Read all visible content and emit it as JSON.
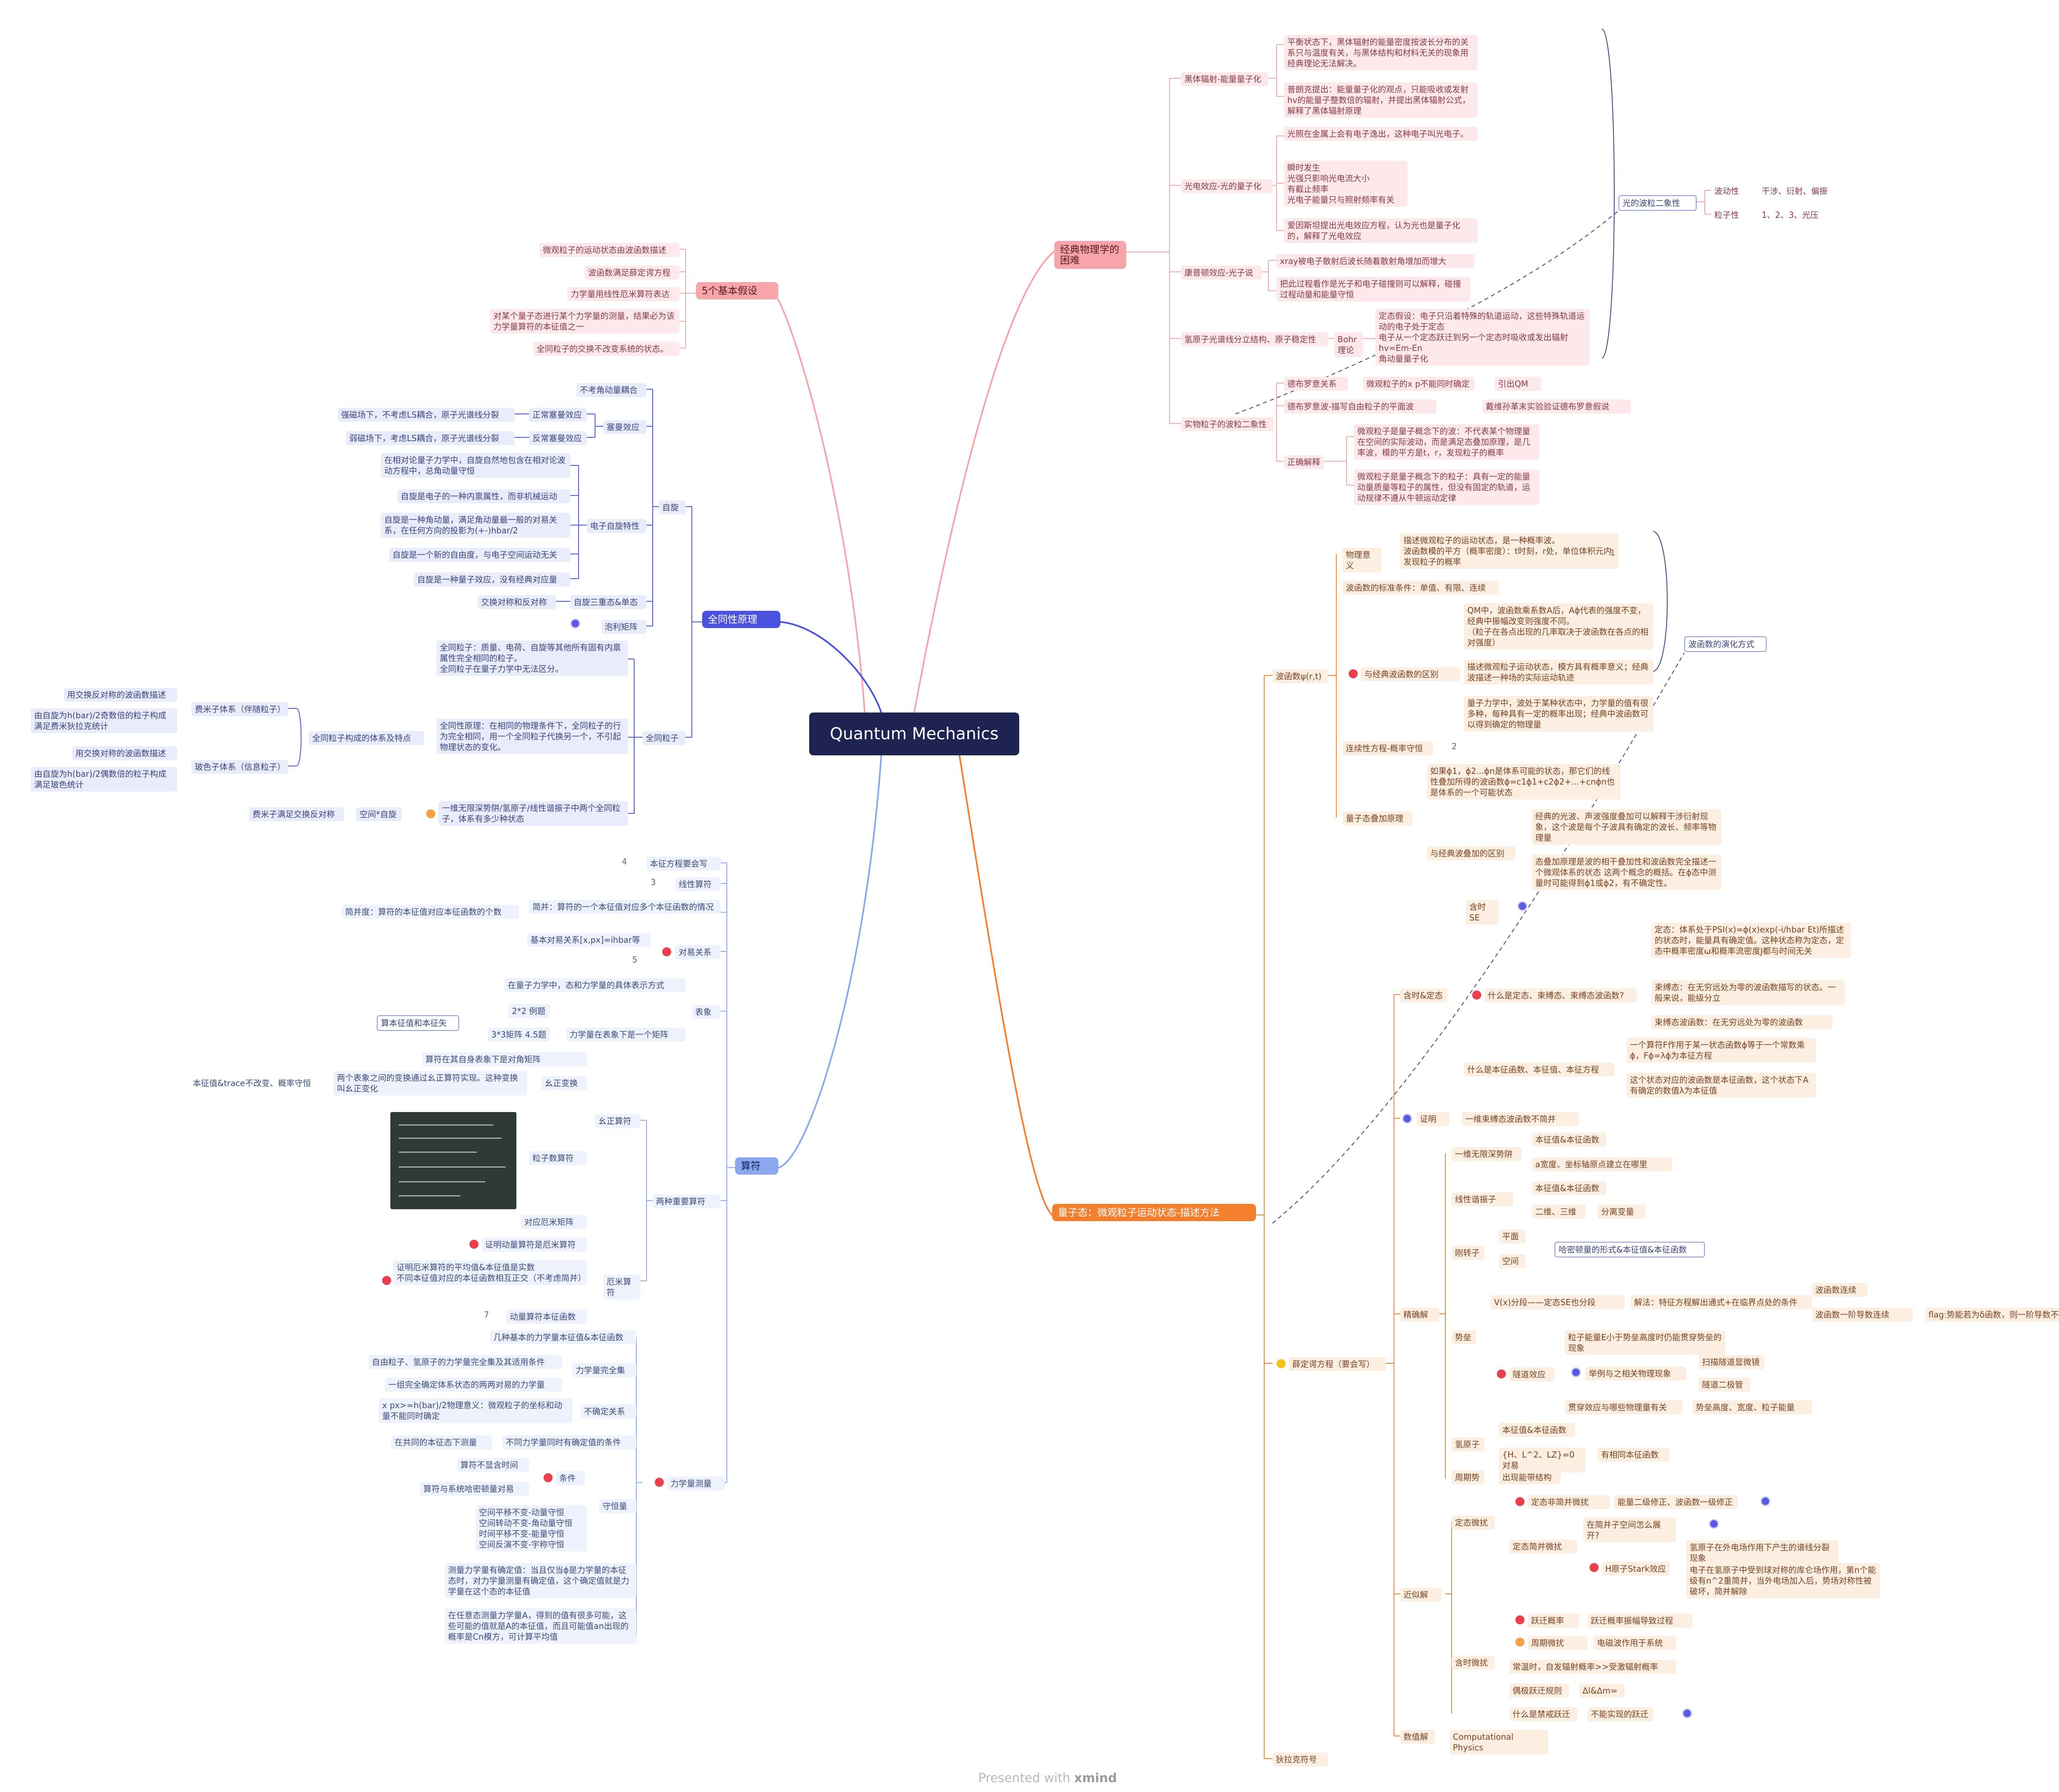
{
  "root": "Quantum Mechanics",
  "footer": {
    "presented": "Presented with",
    "brand": "xmind"
  },
  "difficulties": {
    "title": "经典物理学的困难",
    "blackbody": {
      "label": "黑体辐射-能量量子化",
      "a": "平衡状态下，黑体辐射的能量密度按波长分布的关系只与温度有关，与黑体结构和材料无关的现象用经典理论无法解决。",
      "b": "普朗克提出：能量量子化的观点，只能吸收或发射hv的能量子整数倍的辐射，并提出黑体辐射公式，解释了黑体辐射原理"
    },
    "photo": {
      "label": "光电效应-光的量子化",
      "a": "光照在金属上会有电子逸出，这种电子叫光电子。",
      "b": "瞬时发生\n光强只影响光电流大小\n有截止频率\n光电子能量只与照射频率有关",
      "c": "爱因斯坦提出光电效应方程，认为光也是量子化的，解释了光电效应"
    },
    "compton": {
      "label": "康普顿效应-光子说",
      "a": "xray被电子散射后波长随着散射角增加而增大",
      "b": "把此过程看作是光子和电子碰撞则可以解释，碰撞过程动量和能量守恒"
    },
    "hydrogen": {
      "label": "氢原子光谱线分立结构、原子稳定性",
      "bohr": "Bohr理论",
      "a": "定态假设：电子只沿着特殊的轨道运动，这些特殊轨道运动的电子处于定态\n电子从一个定态跃迁到另一个定态时吸收或发出辐射hv=Em-En\n角动量量子化"
    },
    "duality_label": "光的波粒二象性",
    "wave": "波动性",
    "wave_val": "干涉、衍射、偏振",
    "particle": "粒子性",
    "particle_val": "1、2、3、光压",
    "matter": {
      "label": "实物粒子的波粒二象性",
      "debroglie": "德布罗意关系",
      "db_a": "微观粒子的x p不能同时确定",
      "db_b": "引出QM",
      "wavelab": "德布罗意波-描写自由粒子的平面波",
      "wave_exp": "戴维孙革末实验验证德布罗意假说",
      "correct": "正确解释",
      "c1": "微观粒子是量子概念下的波：不代表某个物理量在空间的实际波动，而是满足态叠加原理，是几率波，模的平方是t，r，发现粒子的概率",
      "c2": "微观粒子是量子概念下的粒子：具有一定的能量动量质量等粒子的属性，但没有固定的轨道，运动规律不遵从牛顿运动定律"
    }
  },
  "postulates": {
    "title": "5个基本假设",
    "items": [
      "微观粒子的运动状态由波函数描述",
      "波函数满足薛定谔方程",
      "力学量用线性厄米算符表达",
      "对某个量子态进行某个力学量的测量，结果必为该力学量算符的本征值之一",
      "全同粒子的交换不改变系统的状态。"
    ]
  },
  "identical": {
    "title": "全同性原理",
    "spin": "自旋",
    "no_orb": "不考角动量耦合",
    "zeeman": "塞曼效应",
    "normal": "正常塞曼效应",
    "normal_d": "强磁场下，不考虑LS耦合，原子光谱线分裂",
    "anomal": "反常塞曼效应",
    "anomal_d": "弱磁场下，考虑LS耦合，原子光谱线分裂",
    "e_spin": "电子自旋特性",
    "es": [
      "在相对论量子力学中，自旋自然地包含在相对论波动方程中，总角动量守恒",
      "自旋是电子的一种内禀属性，而非机械运动",
      "自旋是一种角动量，满足角动量最一般的对易关系，在任何方向的投影为(+-)hbar/2",
      "自旋是一个新的自由度，与电子空间运动无关",
      "自旋是一种量子效应，没有经典对应量"
    ],
    "spin3": "自旋三重态&单态",
    "exch": "交换对称和反对称",
    "pauli": "泡利矩阵",
    "ident": "全同粒子",
    "i1": "全同粒子：质量、电荷、自旋等其他所有固有内禀属性完全相同的粒子。\n全同粒子在量子力学中无法区分。",
    "i2": "全同性原理：在相同的物理条件下，全同粒子的行为完全相同，用一个全同粒子代换另一个，不引起物理状态的变化。",
    "system": "全同粒子构成的体系及特点",
    "fermion": "费米子体系（伴随粒子）",
    "f1": "用交换反对称的波函数描述",
    "f2": "由自旋为h(bar)/2奇数倍的粒子构成\n满足费米狄拉克统计",
    "boson": "玻色子体系（信息粒子）",
    "b1": "用交换对称的波函数描述",
    "b2": "由自旋为h(bar)/2偶数倍的粒子构成\n满足玻色统计",
    "well": "一维无限深势阱/氢原子/线性谐振子中两个全同粒子，体系有多少种状态",
    "space": "空间*自旋",
    "fermi_anti": "费米子满足交换反对称"
  },
  "operators": {
    "title": "算符",
    "eig": "本征方程要会写",
    "linear": "线性算符",
    "degen": "简并：算符的一个本征值对应多个本征函数的情况",
    "degen_d": "简并度：算符的本征值对应本征函数的个数",
    "comm": "对易关系",
    "comm_basic": "基本对易关系[x,px]=ihbar等",
    "rep": "表象",
    "rep1": "在量子力学中，态和力学量的具体表示方式",
    "rep2": "力学量在表象下是一个矩阵",
    "ex22": "2*2 例题",
    "ex33": "3*3矩阵 4.5题",
    "eig_sum": "算本征值和本征矢",
    "rep3": "算符在其自身表象下是对角矩阵",
    "two": "两种重要算符",
    "unit": "幺正算符",
    "unit_tr": "幺正变换",
    "unit_d": "两个表象之间的变换通过幺正算符实现。这种变换叫幺正变化",
    "trace": "本征值&trace不改变、概率守恒",
    "numop": "粒子数算符",
    "herm": "厄米算符",
    "h1": "对应厄米矩阵",
    "h2": "证明动量算符是厄米算符",
    "h3": "证明厄米算符的平均值&本征值是实数\n不同本征值对应的本征函数相互正交（不考虑简并）",
    "h4": "动量算符本征函数",
    "meas": "力学量测量",
    "m1": "几种基本的力学量本征值&本征函数",
    "cset": "力学量完全集",
    "c1": "自由粒子、氢原子的力学量完全集及其适用条件",
    "c2": "一组完全确定体系状态的两两对易的力学量",
    "unc": "不确定关系",
    "u1": "x px>=h(bar)/2物理意义：微观粒子的坐标和动量不能同时确定",
    "simult": "不同力学量同时有确定值的条件",
    "s1": "在共同的本征态下测量",
    "cons": "守恒量",
    "cond": "条件",
    "cond1": "算符不显含时间",
    "cond2": "算符与系统哈密顿量对易",
    "cons_d": "空间平移不变-动量守恒\n空间转动不变-角动量守恒\n时间平移不变-能量守恒\n空间反演不变-宇称守恒",
    "mdef": "测量力学量有确定值：当且仅当ϕ是力学量的本征态时，对力学量测量有确定值，这个确定值就是力学量在这个态的本征值",
    "mdef2": "在任意态测量力学量A，得到的值有很多可能，这些可能的值就是A的本征值，而且可能值an出现的概率是Cn模方，可计算平均值",
    "num4": "4",
    "num3": "3",
    "num5": "5",
    "num7": "7"
  },
  "state": {
    "title": "量子态：微观粒子运动状态-描述方法",
    "wf": "波函数ψ(r,t)",
    "phys": "物理意义",
    "phys_d": "描述微观粒子的运动状态，是一种概率波。\n波函数模的平方（概率密度）：t时刻，r处，单位体积元内发现粒子的概率",
    "one": "1",
    "std": "波函数的标准条件：单值、有限、连续",
    "diff": "与经典波函数的区别",
    "d1": "QM中，波函数乘系数A后，Aϕ代表的强度不变，经典中振幅改变则强度不同。\n（粒子在各点出现的几率取决于波函数在各点的相对强度）",
    "d2": "描述微观粒子运动状态，模方具有概率意义；经典波描述一种场的实际运动轨迹",
    "d3": "量子力学中，波处于某种状态中，力学量的值有很多种，每种具有一定的概率出现；经典中波函数可以得到确定的物理量",
    "cont": "连续性方程-概率守恒",
    "two": "2",
    "super": "量子态叠加原理",
    "sp1": "如果ϕ1，ϕ2...ϕn是体系可能的状态，那它们的线性叠加所得的波函数ϕ=c1ϕ1+c2ϕ2+...+cnϕn也是体系的一个可能状态",
    "spdiff": "与经典波叠加的区别",
    "sp2": "经典的光波、声波强度叠加可以解释干涉衍射现象，这个波是每个子波具有确定的波长、频率等物理量",
    "sp3": "态叠加原理是波的相干叠加性和波函数完全描述一个微观体系的状态 这两个概念的概括。在ϕ态中测量时可能得到ϕ1或ϕ2，有不确定性。",
    "evo": "波函数的演化方式",
    "sch": "薛定谔方程（要会写）",
    "stat": "含时&定态",
    "tse": "含时SE",
    "what_stat": "什么是定态、束缚态、束缚态波函数?",
    "st1": "定态：体系处于PSI(x)=ϕ(x)exp(-i/hbar Et)所描述的状态时，能量具有确定值。这种状态称为定态，定态中概率密度ω和概率流密度J都与时间无关",
    "st2": "束缚态：在无穷远处为零的波函数描写的状态。一般来说，能级分立",
    "st3": "束缚态波函数：在无穷远处为零的波函数",
    "what_eig": "什么是本征函数、本征值、本征方程",
    "e1": "一个算符F作用于某一状态函数ϕ等于一个常数乘ϕ，Fϕ=λϕ为本征方程",
    "e2": "这个状态对应的波函数是本征函数，这个状态下A有确定的数值λ为本征值",
    "prove": "证明",
    "prove_d": "一维束缚态波函数不简并",
    "exact": "精确解",
    "inf": "一维无限深势阱",
    "inf1": "本征值&本征函数",
    "inf2": "a宽度、坐标轴原点建立在哪里",
    "osc": "线性谐振子",
    "osc1": "本征值&本征函数",
    "osc2": "二维、三维",
    "osc3": "分离变量",
    "rigid": "刚转子",
    "plane": "平面",
    "space": "空间",
    "ham": "哈密顿量的形式&本征值&本征函数",
    "step": "势垒",
    "vx": "V(x)分段——定态SE也分段",
    "solve": "解法：特征方程解出通式+在临界点处的条件",
    "cont_wf": "波函数连续",
    "cont_d": "波函数一阶导数连续",
    "flag": "flag:势能若为δ函数，则一阶导数不连续",
    "tunnel": "隧道效应",
    "t1": "粒子能量E小于势垒高度时仍能贯穿势垒的现象",
    "ex": "举例与之相关物理现象",
    "stm": "扫描隧道显微镜",
    "diode": "隧道二极管",
    "trans": "贯穿效应与哪些物理量有关",
    "trans_d": "势垒高度、宽度、粒子能量",
    "hyd": "氢原子",
    "hy1": "本征值&本征函数",
    "hy2": "{H、L^2、LZ}=0对易",
    "hy3": "有相同本征函数",
    "period": "周期势",
    "band": "出现能带结构",
    "approx": "近似解",
    "stpert": "定态微扰",
    "nondeg": "定态非简并微扰",
    "nd1": "能量二级修正、波函数一级修正",
    "deg": "定态简并微扰",
    "dg1": "在简并子空间怎么展开?",
    "stark": "H原子Stark效应",
    "sk1": "氢原子在外电场作用下产生的谱线分裂现象",
    "sk2": "电子在氢原子中受到球对称的库仑场作用，第n个能级有n^2重简并，当外电场加入后，势场对称性被破坏，简并解除",
    "tpert": "含时微扰",
    "jump": "跃迁概率",
    "jump_d": "跃迁概率振幅导致过程",
    "per": "周期微扰",
    "per_d": "电磁波作用于系统",
    "const": "常温时，自发辐射概率>>受激辐射概率",
    "dip": "偶极跃迁规则",
    "dip_d": "Δl&Δm=",
    "forbid": "什么是禁戒跃迁",
    "forbid_d": "不能实现的跃迁",
    "num": "数值解",
    "comp": "Computational Physics",
    "dirac": "狄拉克符号"
  }
}
